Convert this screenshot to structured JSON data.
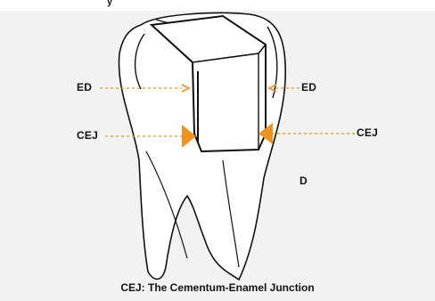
{
  "top_fragment": "y",
  "labels": {
    "ed_left": "ED",
    "ed_right": "ED",
    "cej_left": "CEJ",
    "cej_right": "CEJ",
    "dentin": "D"
  },
  "caption": "CEJ: The Cementum-Enamel Junction",
  "colors": {
    "background": "#f2f2f2",
    "outline": "#111111",
    "arrow": "#f0921e"
  }
}
